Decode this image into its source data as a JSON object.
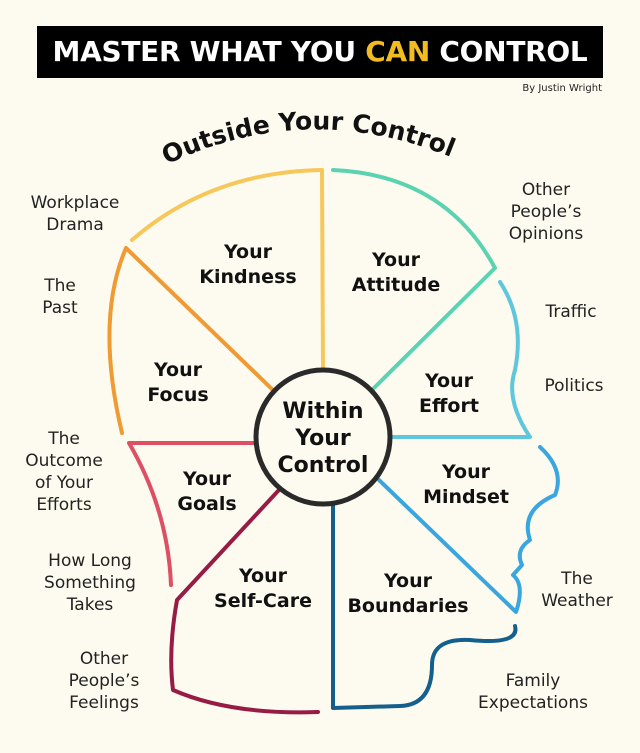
{
  "title": {
    "part1": "MASTER WHAT YOU ",
    "accent": "CAN",
    "part2": " CONTROL"
  },
  "byline": "By Justin Wright",
  "outside_heading": "Outside Your Control",
  "center_label": [
    "Within",
    "Your",
    "Control"
  ],
  "inside": [
    [
      "Your",
      "Kindness"
    ],
    [
      "Your",
      "Attitude"
    ],
    [
      "Your",
      "Focus"
    ],
    [
      "Your",
      "Effort"
    ],
    [
      "Your",
      "Goals"
    ],
    [
      "Your",
      "Mindset"
    ],
    [
      "Your",
      "Self-Care"
    ],
    [
      "Your",
      "Boundaries"
    ]
  ],
  "outside": [
    [
      "Workplace",
      "Drama"
    ],
    [
      "The",
      "Past"
    ],
    [
      "The",
      "Outcome",
      "of Your",
      "Efforts"
    ],
    [
      "How Long",
      "Something",
      "Takes"
    ],
    [
      "Other",
      "People’s",
      "Feelings"
    ],
    [
      "Other",
      "People’s",
      "Opinions"
    ],
    [
      "Traffic"
    ],
    [
      "Politics"
    ],
    [
      "The",
      "Weather"
    ],
    [
      "Family",
      "Expectations"
    ]
  ],
  "colors": {
    "yellow": "#f6c75a",
    "orange": "#ef9a32",
    "teal": "#5bd3b0",
    "cyan": "#5ec7db",
    "blue": "#3aa6df",
    "navy": "#155f8c",
    "maroon": "#961c45",
    "red": "#dd4f62",
    "accent": "#f2bb20"
  }
}
